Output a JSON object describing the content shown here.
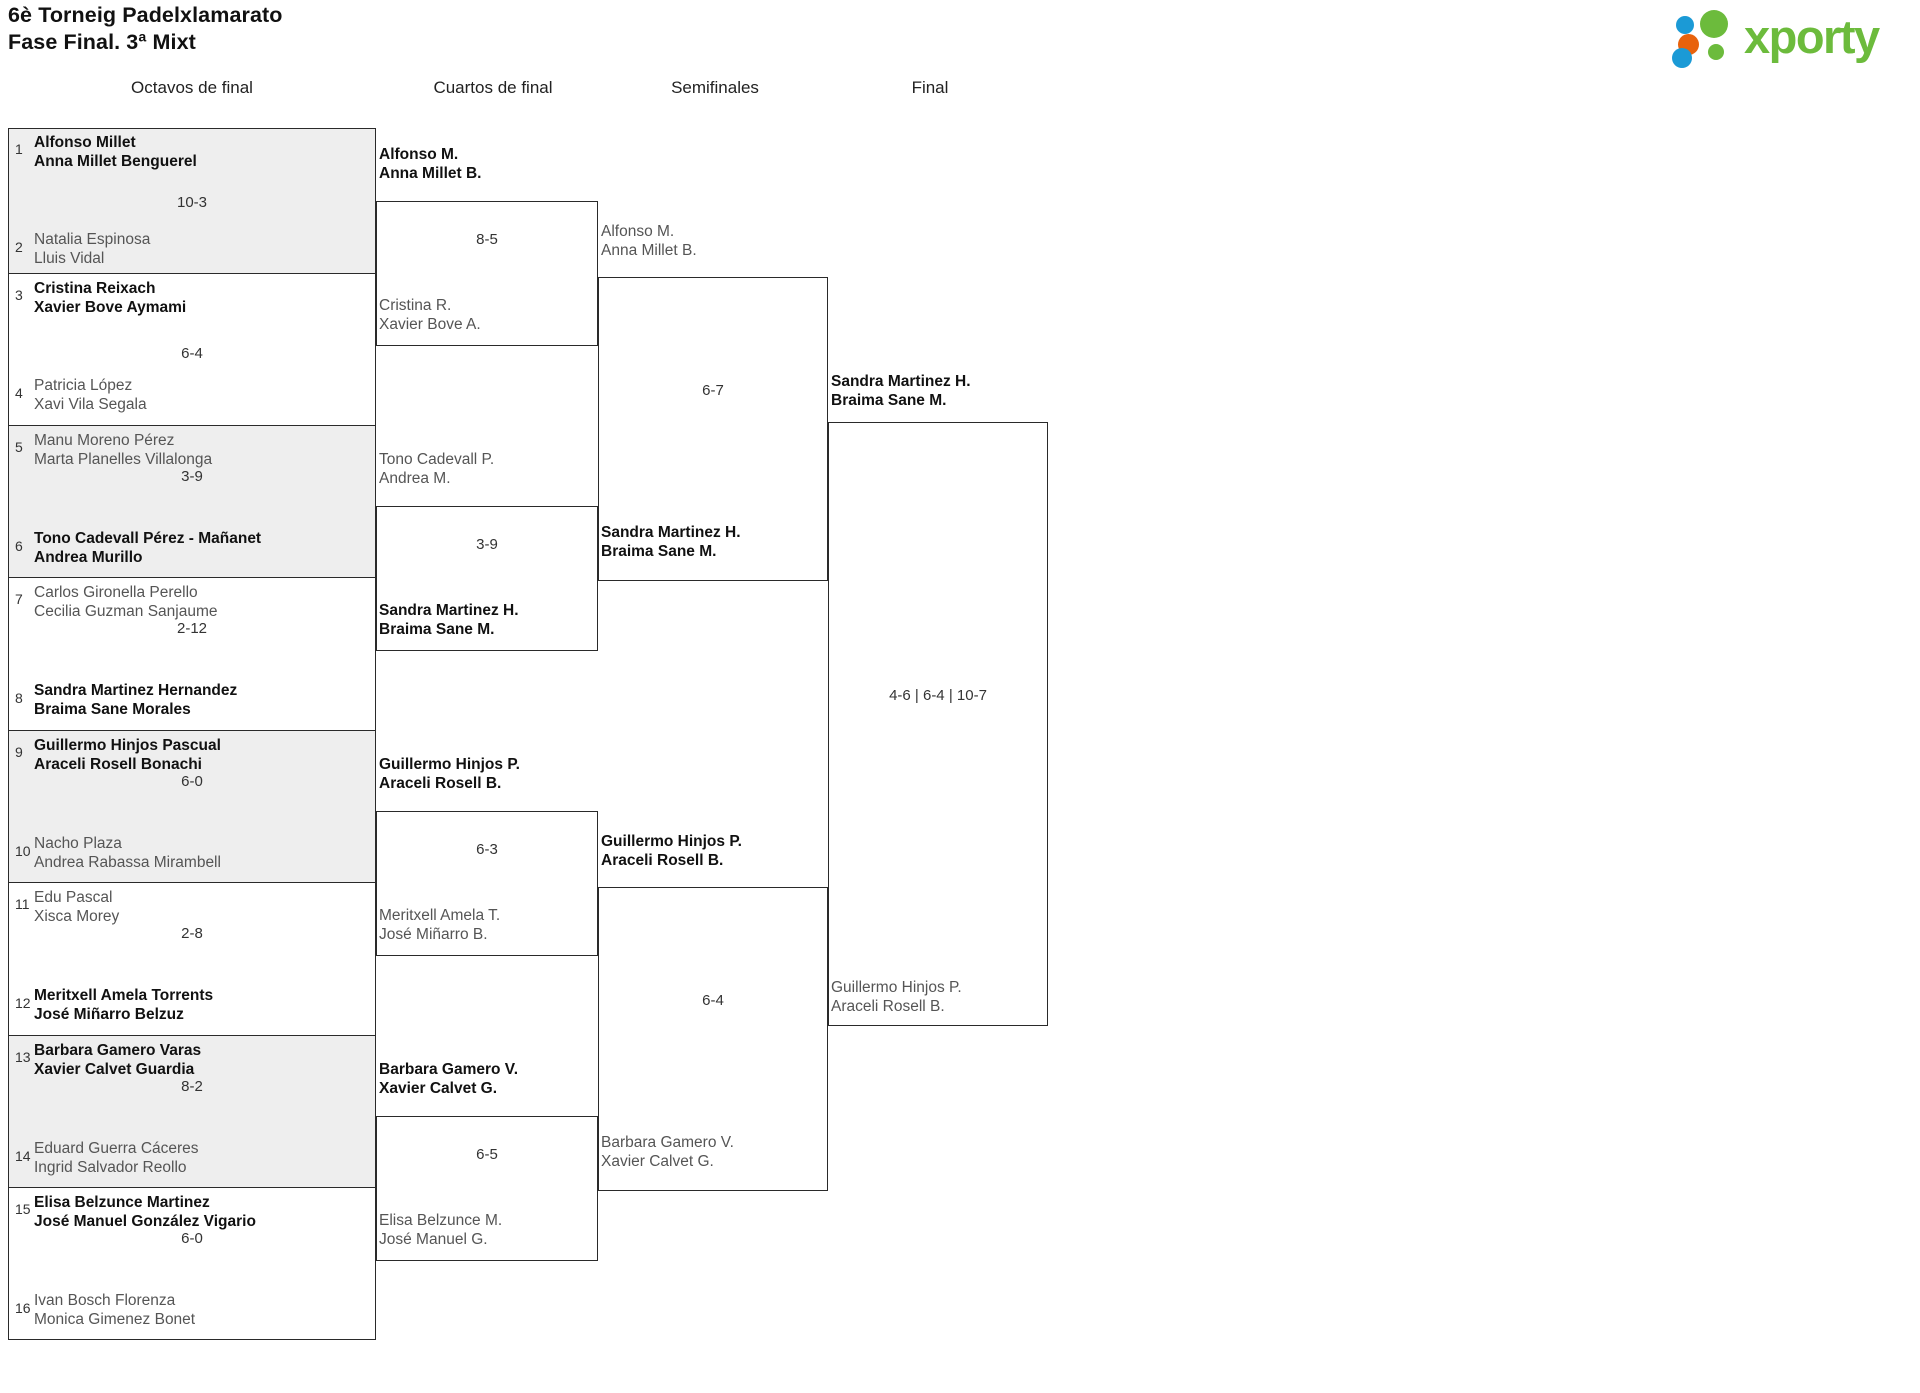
{
  "header": {
    "title_line1": "6è Torneig Padelxlamarato",
    "title_line2": "Fase Final. 3ª Mixt",
    "logo_text": "xporty",
    "logo_colors": {
      "green": "#6cbb3c",
      "blue": "#1b9ad6",
      "orange": "#e8620c"
    }
  },
  "rounds": [
    {
      "label": "Octavos de final"
    },
    {
      "label": "Cuartos de final"
    },
    {
      "label": "Semifinales"
    },
    {
      "label": "Final"
    }
  ],
  "round1": {
    "slots": [
      {
        "seed": "1",
        "line1": "Alfonso Millet",
        "line2": "Anna Millet Benguerel",
        "winner": true
      },
      {
        "seed": "2",
        "line1": "Natalia Espinosa",
        "line2": "Lluis Vidal",
        "winner": false
      },
      {
        "seed": "3",
        "line1": "Cristina Reixach",
        "line2": "Xavier Bove Aymami",
        "winner": true
      },
      {
        "seed": "4",
        "line1": "Patricia López",
        "line2": "Xavi Vila Segala",
        "winner": false
      },
      {
        "seed": "5",
        "line1": "Manu Moreno Pérez",
        "line2": "Marta Planelles Villalonga",
        "winner": false
      },
      {
        "seed": "6",
        "line1": "Tono Cadevall Pérez - Mañanet",
        "line2": "Andrea Murillo",
        "winner": true
      },
      {
        "seed": "7",
        "line1": "Carlos Gironella Perello",
        "line2": "Cecilia Guzman Sanjaume",
        "winner": false
      },
      {
        "seed": "8",
        "line1": "Sandra Martinez Hernandez",
        "line2": "Braima Sane Morales",
        "winner": true
      },
      {
        "seed": "9",
        "line1": "Guillermo Hinjos Pascual",
        "line2": "Araceli Rosell Bonachi",
        "winner": true
      },
      {
        "seed": "10",
        "line1": "Nacho Plaza",
        "line2": "Andrea Rabassa Mirambell",
        "winner": false
      },
      {
        "seed": "11",
        "line1": "Edu Pascal",
        "line2": "Xisca Morey",
        "winner": false
      },
      {
        "seed": "12",
        "line1": "Meritxell Amela Torrents",
        "line2": "José Miñarro Belzuz",
        "winner": true
      },
      {
        "seed": "13",
        "line1": "Barbara Gamero Varas",
        "line2": "Xavier Calvet Guardia",
        "winner": true
      },
      {
        "seed": "14",
        "line1": "Eduard Guerra Cáceres",
        "line2": "Ingrid Salvador Reollo",
        "winner": false
      },
      {
        "seed": "15",
        "line1": "Elisa Belzunce Martinez",
        "line2": "José Manuel González Vigario",
        "winner": true
      },
      {
        "seed": "16",
        "line1": "Ivan Bosch Florenza",
        "line2": "Monica Gimenez Bonet",
        "winner": false
      }
    ],
    "scores": [
      "10-3",
      "6-4",
      "3-9",
      "2-12",
      "6-0",
      "2-8",
      "8-2",
      "6-0"
    ]
  },
  "round2": {
    "matches": [
      {
        "score": "8-5",
        "top": {
          "line1": "Alfonso M.",
          "line2": "Anna Millet B.",
          "winner": true
        },
        "bottom": {
          "line1": "Cristina R.",
          "line2": "Xavier Bove A.",
          "winner": false
        }
      },
      {
        "score": "3-9",
        "top": {
          "line1": "Tono Cadevall P.",
          "line2": "Andrea M.",
          "winner": false
        },
        "bottom": {
          "line1": "Sandra Martinez H.",
          "line2": "Braima Sane M.",
          "winner": true
        }
      },
      {
        "score": "6-3",
        "top": {
          "line1": "Guillermo Hinjos P.",
          "line2": "Araceli Rosell B.",
          "winner": true
        },
        "bottom": {
          "line1": "Meritxell Amela T.",
          "line2": "José Miñarro B.",
          "winner": false
        }
      },
      {
        "score": "6-5",
        "top": {
          "line1": "Barbara Gamero V.",
          "line2": "Xavier Calvet G.",
          "winner": true
        },
        "bottom": {
          "line1": "Elisa Belzunce M.",
          "line2": "José Manuel G.",
          "winner": false
        }
      }
    ]
  },
  "round3": {
    "matches": [
      {
        "score": "6-7",
        "top": {
          "line1": "Alfonso M.",
          "line2": "Anna Millet B.",
          "winner": false
        },
        "bottom": {
          "line1": "Sandra Martinez H.",
          "line2": "Braima Sane M.",
          "winner": true
        }
      },
      {
        "score": "6-4",
        "top": {
          "line1": "Guillermo Hinjos P.",
          "line2": "Araceli Rosell B.",
          "winner": true
        },
        "bottom": {
          "line1": "Barbara Gamero V.",
          "line2": "Xavier Calvet G.",
          "winner": false
        }
      }
    ]
  },
  "round4": {
    "matches": [
      {
        "score": "4-6 | 6-4 | 10-7",
        "top": {
          "line1": "Sandra Martinez H.",
          "line2": "Braima Sane M.",
          "winner": true
        },
        "bottom": {
          "line1": "Guillermo Hinjos P.",
          "line2": "Araceli Rosell B.",
          "winner": false
        }
      }
    ]
  }
}
